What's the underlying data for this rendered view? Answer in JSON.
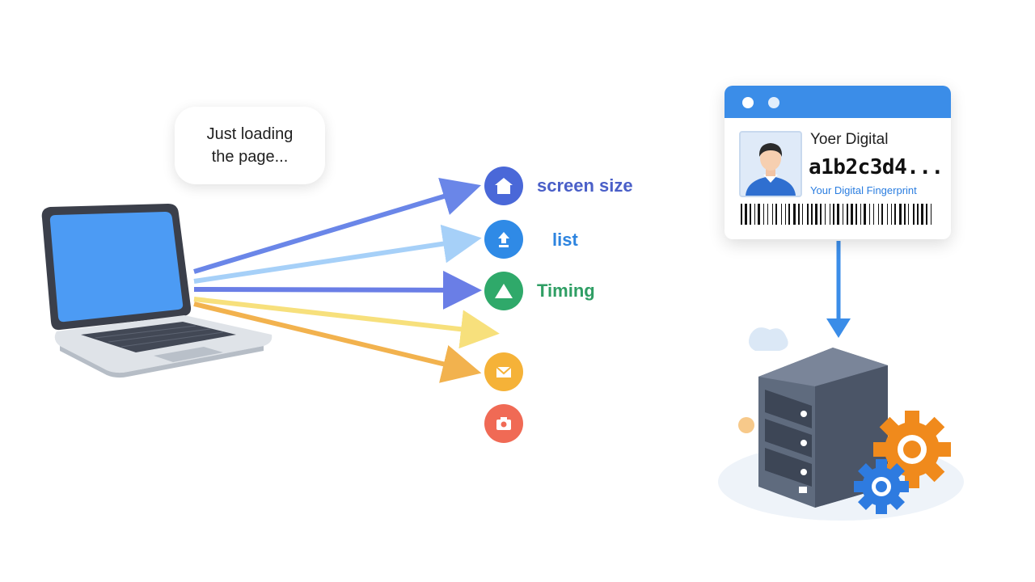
{
  "bubble": {
    "line1": "Just loading",
    "line2": "the page..."
  },
  "features": [
    {
      "label": "screen size",
      "color": "#4a68d8",
      "label_color": "#4a5fc8",
      "icon": "house-icon"
    },
    {
      "label": "list",
      "color": "#2f8ae6",
      "label_color": "#2d84df",
      "icon": "upload-icon"
    },
    {
      "label": "Timing",
      "color": "#2fa96a",
      "label_color": "#2f9e64",
      "icon": "triangle-icon"
    },
    {
      "label": "",
      "color": "#f5b238",
      "label_color": "",
      "icon": "envelope-icon"
    },
    {
      "label": "",
      "color": "#f06a55",
      "label_color": "",
      "icon": "camera-icon"
    }
  ],
  "card": {
    "title": "Yoer Digital",
    "hash": "a1b2c3d4...",
    "subtitle": "Your Digital Fingerprint"
  },
  "colors": {
    "accent_blue": "#3b8de8",
    "arrow_blue_dark": "#6a86e8",
    "arrow_blue_light": "#a6d0f8",
    "arrow_yellow": "#f7e07c",
    "arrow_orange": "#f2b24e",
    "server_body": "#5f6b7e",
    "gear_orange": "#f08a1c",
    "gear_blue": "#2e7be0"
  }
}
